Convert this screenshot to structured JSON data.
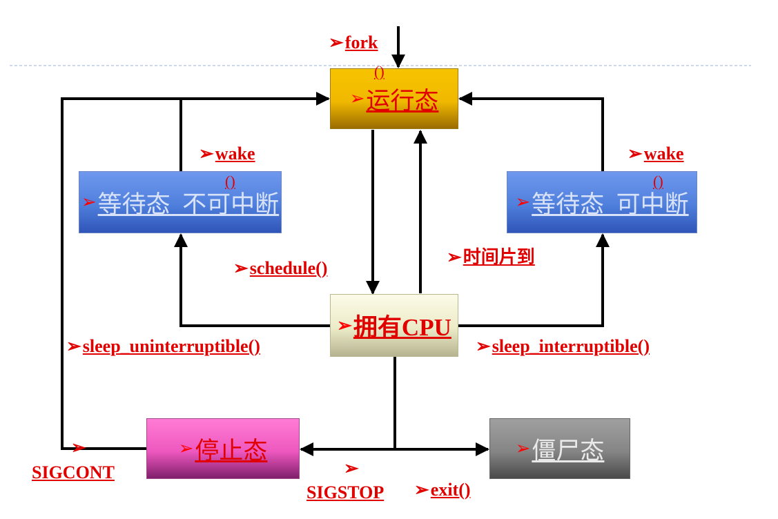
{
  "states": {
    "running": "运行态",
    "wait_uninterruptible": "等待态_不可中断",
    "wait_interruptible": "等待态_可中断",
    "own_cpu": "拥有CPU",
    "stopped": "停止态",
    "zombie": "僵尸态"
  },
  "transitions": {
    "fork": "fork",
    "fork_paren": "()",
    "wake_left": "wake",
    "wake_left_paren": "()",
    "wake_right": "wake",
    "wake_right_paren": "()",
    "schedule": "schedule()",
    "timeslice": "时间片到",
    "sleep_uninterruptible": "sleep_uninterruptible()",
    "sleep_interruptible": "sleep_interruptible()",
    "sigcont": "SIGCONT",
    "sigstop": "SIGSTOP",
    "exit": "exit()"
  },
  "bullet_glyph": "➢",
  "colors": {
    "label_red": "#e00000",
    "arrow": "#000000",
    "running_box": "#f0b800",
    "wait_box": "#4f7fdc",
    "cpu_box": "#ecebc8",
    "stopped_box": "#ee58bf",
    "zombie_box": "#858585"
  }
}
